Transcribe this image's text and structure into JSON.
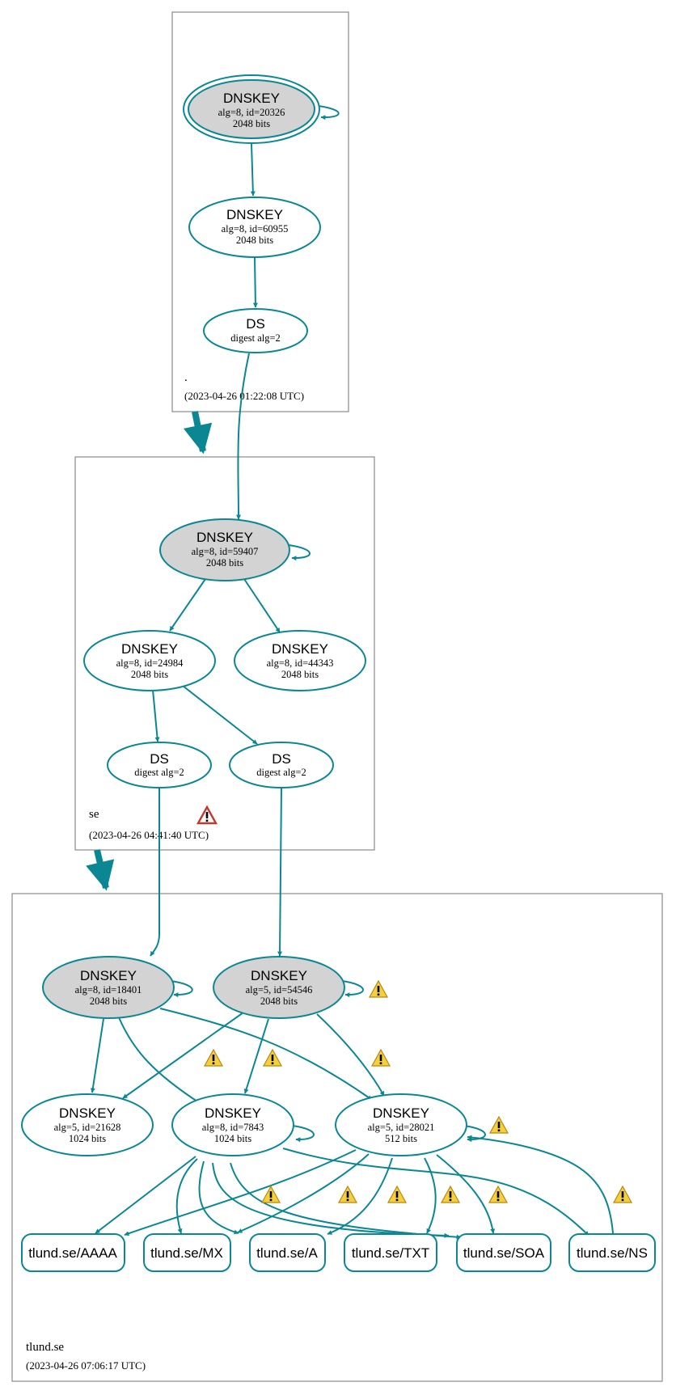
{
  "colors": {
    "edge": "#0b8794",
    "sep_fill": "#d3d3d3",
    "box_stroke": "#8a8a8a",
    "warning": "#f4d03f",
    "error": "#c0392b"
  },
  "zones": {
    "root": {
      "name": ".",
      "timestamp": "(2023-04-26 01:22:08 UTC)"
    },
    "se": {
      "name": "se",
      "timestamp": "(2023-04-26 04:41:40 UTC)"
    },
    "tlund": {
      "name": "tlund.se",
      "timestamp": "(2023-04-26 07:06:17 UTC)"
    }
  },
  "nodes": {
    "root_ksk": {
      "title": "DNSKEY",
      "line1": "alg=8, id=20326",
      "line2": "2048 bits",
      "sep": true,
      "trust_anchor": true
    },
    "root_zsk": {
      "title": "DNSKEY",
      "line1": "alg=8, id=60955",
      "line2": "2048 bits"
    },
    "root_ds": {
      "title": "DS",
      "line1": "digest alg=2"
    },
    "se_ksk": {
      "title": "DNSKEY",
      "line1": "alg=8, id=59407",
      "line2": "2048 bits",
      "sep": true
    },
    "se_zsk1": {
      "title": "DNSKEY",
      "line1": "alg=8, id=24984",
      "line2": "2048 bits"
    },
    "se_zsk2": {
      "title": "DNSKEY",
      "line1": "alg=8, id=44343",
      "line2": "2048 bits"
    },
    "se_ds1": {
      "title": "DS",
      "line1": "digest alg=2"
    },
    "se_ds2": {
      "title": "DS",
      "line1": "digest alg=2"
    },
    "tl_ksk1": {
      "title": "DNSKEY",
      "line1": "alg=8, id=18401",
      "line2": "2048 bits",
      "sep": true
    },
    "tl_ksk2": {
      "title": "DNSKEY",
      "line1": "alg=5, id=54546",
      "line2": "2048 bits",
      "sep": true
    },
    "tl_zsk1": {
      "title": "DNSKEY",
      "line1": "alg=5, id=21628",
      "line2": "1024 bits"
    },
    "tl_zsk2": {
      "title": "DNSKEY",
      "line1": "alg=8, id=7843",
      "line2": "1024 bits"
    },
    "tl_zsk3": {
      "title": "DNSKEY",
      "line1": "alg=5, id=28021",
      "line2": "512 bits"
    }
  },
  "rrsets": [
    {
      "label": "tlund.se/AAAA"
    },
    {
      "label": "tlund.se/MX"
    },
    {
      "label": "tlund.se/A"
    },
    {
      "label": "tlund.se/TXT"
    },
    {
      "label": "tlund.se/SOA"
    },
    {
      "label": "tlund.se/NS"
    }
  ],
  "icons": {
    "warning": "warning-icon",
    "error": "error-icon",
    "mark": "!"
  }
}
